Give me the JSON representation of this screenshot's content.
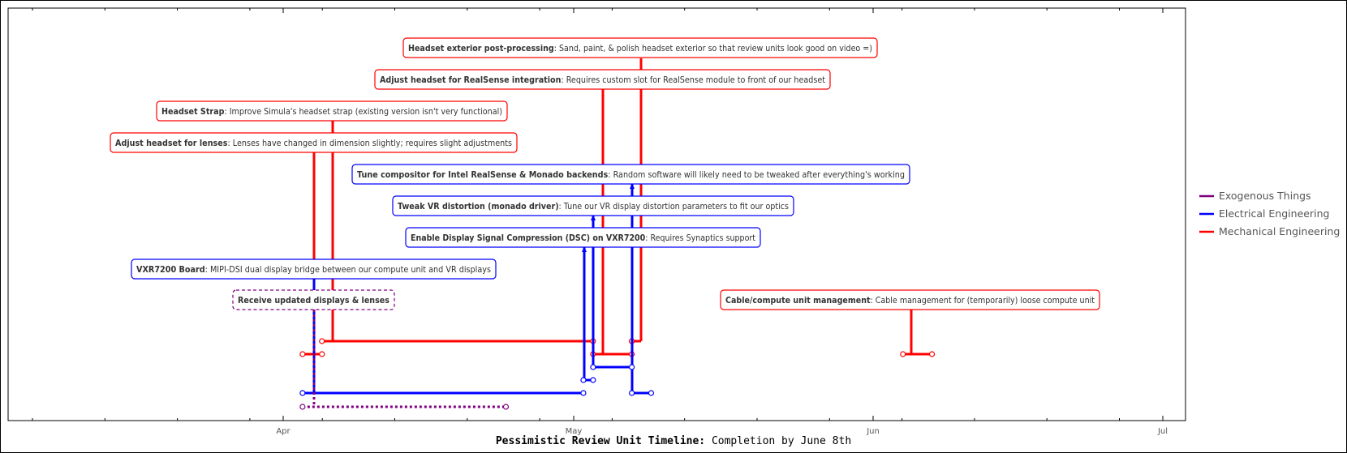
{
  "chart_data": {
    "type": "timeline",
    "title": "Pessimistic Review Unit Timeline:",
    "subtitle": "Completion by June 8th",
    "x_ticks": [
      "Apr",
      "May",
      "Jun",
      "Jul"
    ],
    "legend": [
      {
        "label": "Exogenous Things",
        "color": "#800080"
      },
      {
        "label": "Electrical Engineering",
        "color": "#0000ff"
      },
      {
        "label": "Mechanical Engineering",
        "color": "#ff0000"
      }
    ],
    "legend_position": "right",
    "tasks": [
      {
        "id": "headset-exterior",
        "name": "Headset exterior post-processing",
        "description": "Sand, paint, & polish headset exterior so that review units look good on video =)",
        "category": "Mechanical Engineering",
        "start": "2024-05-07",
        "end": "2024-05-07"
      },
      {
        "id": "realsense-integration",
        "name": "Adjust headset for RealSense integration",
        "description": "Requires custom slot for RealSense module to front of our headset",
        "category": "Mechanical Engineering",
        "start": "2024-05-03",
        "end": "2024-05-07"
      },
      {
        "id": "headset-strap",
        "name": "Headset Strap",
        "description": "Improve Simula's headset strap (existing version isn't very functional)",
        "category": "Mechanical Engineering",
        "start": "2024-04-05",
        "end": "2024-05-03"
      },
      {
        "id": "adjust-lenses",
        "name": "Adjust headset for lenses",
        "description": "Lenses have changed in dimension slightly; requires slight adjustments",
        "category": "Mechanical Engineering",
        "start": "2024-04-03",
        "end": "2024-04-05"
      },
      {
        "id": "tune-compositor",
        "name": "Tune compositor for Intel RealSense & Monado backends",
        "description": "Random software will likely need to be tweaked after everything's working",
        "category": "Electrical Engineering",
        "start": "2024-05-07",
        "end": "2024-05-09"
      },
      {
        "id": "tweak-vr-distortion",
        "name": "Tweak VR distortion (monado driver)",
        "description": "Tune our VR display distortion parameters to fit our optics",
        "category": "Electrical Engineering",
        "start": "2024-05-03",
        "end": "2024-05-07"
      },
      {
        "id": "enable-dsc",
        "name": "Enable Display Signal Compression (DSC) on VXR7200",
        "description": "Requires Synaptics support",
        "category": "Electrical Engineering",
        "start": "2024-05-02",
        "end": "2024-05-03"
      },
      {
        "id": "vxr7200-board",
        "name": "VXR7200 Board",
        "description": "MIPI-DSI dual display bridge between our compute unit and VR displays",
        "category": "Electrical Engineering",
        "start": "2024-04-03",
        "end": "2024-05-02"
      },
      {
        "id": "receive-displays",
        "name": "Receive updated displays & lenses",
        "description": "",
        "category": "Exogenous Things",
        "start": "2024-04-03",
        "end": "2024-04-24"
      },
      {
        "id": "cable-management",
        "name": "Cable/compute unit management",
        "description": "Cable management for (temporarily) loose compute unit",
        "category": "Mechanical Engineering",
        "start": "2024-06-04",
        "end": "2024-06-07"
      }
    ]
  }
}
